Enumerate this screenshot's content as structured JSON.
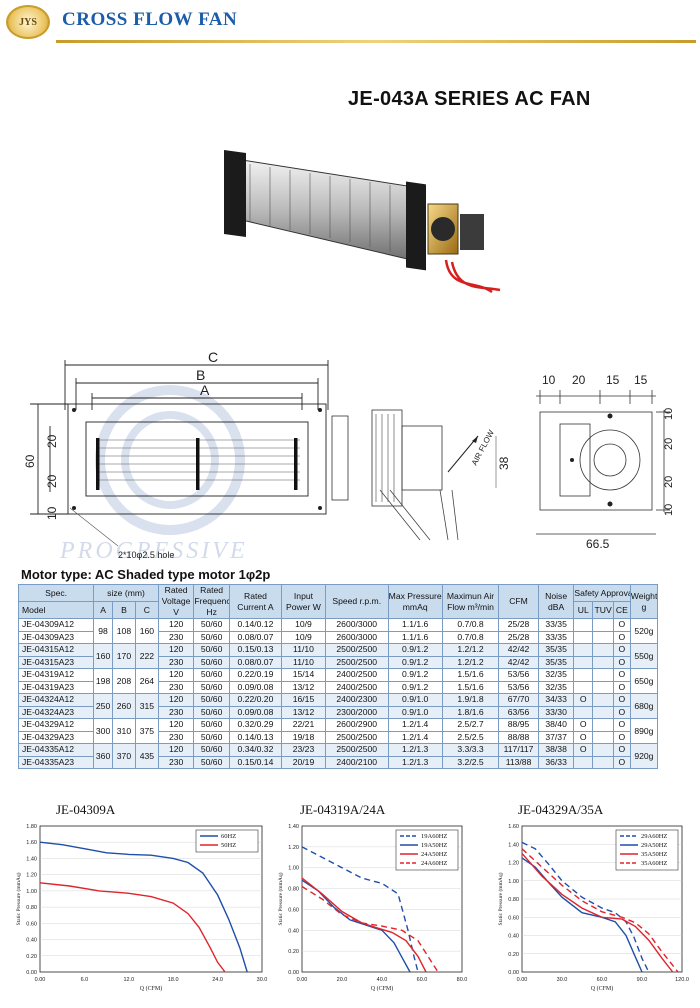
{
  "header": {
    "logo_text": "JYS",
    "title": "CROSS FLOW FAN"
  },
  "series_title": "JE-043A SERIES AC FAN",
  "drawing": {
    "labels": {
      "C": "C",
      "B": "B",
      "A": "A",
      "d60": "60",
      "d20a": "20",
      "d20b": "20",
      "d10": "10",
      "hole": "2*10φ2.5 hole",
      "airflow": "AIR FLOW",
      "d38": "38",
      "top10": "10",
      "top20": "20",
      "top15a": "15",
      "top15b": "15",
      "r10": "10",
      "r20a": "20",
      "r20b": "20",
      "r10b": "10",
      "d66": "66.5"
    },
    "watermark": "PROGRESSIVE"
  },
  "motor_type": "Motor type: AC Shaded type motor 1φ2p",
  "table": {
    "h_spec": "Spec.",
    "h_model": "Model",
    "h_size": "size (mm)",
    "h_a": "A",
    "h_b": "B",
    "h_c": "C",
    "h_volt": "Rated Voltage V",
    "h_freq": "Rated Frequency Hz",
    "h_curr": "Rated Current A",
    "h_power": "Input Power W",
    "h_speed": "Speed r.p.m.",
    "h_press": "Max Pressure mmAq",
    "h_air": "Maximun Air Flow m³/min",
    "h_cfm": "CFM",
    "h_noise": "Noise dBA",
    "h_safety": "Safety Approval",
    "h_ul": "UL",
    "h_tuv": "TUV",
    "h_ce": "CE",
    "h_weight": "Weight g",
    "groups": [
      {
        "a": "98",
        "b": "108",
        "c": "160",
        "weight": "520g",
        "rows": [
          {
            "model": "JE-04309A12",
            "v": "120",
            "hz": "50/60",
            "amp": "0.14/0.12",
            "w": "10/9",
            "rpm": "2600/3000",
            "mm": "1.1/1.6",
            "flow": "0.7/0.8",
            "cfm": "25/28",
            "db": "33/35",
            "ul": "",
            "tuv": "",
            "ce": "O"
          },
          {
            "model": "JE-04309A23",
            "v": "230",
            "hz": "50/60",
            "amp": "0.08/0.07",
            "w": "10/9",
            "rpm": "2600/3000",
            "mm": "1.1/1.6",
            "flow": "0.7/0.8",
            "cfm": "25/28",
            "db": "33/35",
            "ul": "",
            "tuv": "",
            "ce": "O"
          }
        ]
      },
      {
        "a": "160",
        "b": "170",
        "c": "222",
        "weight": "550g",
        "rows": [
          {
            "model": "JE-04315A12",
            "v": "120",
            "hz": "50/60",
            "amp": "0.15/0.13",
            "w": "11/10",
            "rpm": "2500/2500",
            "mm": "0.9/1.2",
            "flow": "1.2/1.2",
            "cfm": "42/42",
            "db": "35/35",
            "ul": "",
            "tuv": "",
            "ce": "O"
          },
          {
            "model": "JE-04315A23",
            "v": "230",
            "hz": "50/60",
            "amp": "0.08/0.07",
            "w": "11/10",
            "rpm": "2500/2500",
            "mm": "0.9/1.2",
            "flow": "1.2/1.2",
            "cfm": "42/42",
            "db": "35/35",
            "ul": "",
            "tuv": "",
            "ce": "O"
          }
        ]
      },
      {
        "a": "198",
        "b": "208",
        "c": "264",
        "weight": "650g",
        "rows": [
          {
            "model": "JE-04319A12",
            "v": "120",
            "hz": "50/60",
            "amp": "0.22/0.19",
            "w": "15/14",
            "rpm": "2400/2500",
            "mm": "0.9/1.2",
            "flow": "1.5/1.6",
            "cfm": "53/56",
            "db": "32/35",
            "ul": "",
            "tuv": "",
            "ce": "O"
          },
          {
            "model": "JE-04319A23",
            "v": "230",
            "hz": "50/60",
            "amp": "0.09/0.08",
            "w": "13/12",
            "rpm": "2400/2500",
            "mm": "0.9/1.2",
            "flow": "1.5/1.6",
            "cfm": "53/56",
            "db": "32/35",
            "ul": "",
            "tuv": "",
            "ce": "O"
          }
        ]
      },
      {
        "a": "250",
        "b": "260",
        "c": "315",
        "weight": "680g",
        "rows": [
          {
            "model": "JE-04324A12",
            "v": "120",
            "hz": "50/60",
            "amp": "0.22/0.20",
            "w": "16/15",
            "rpm": "2400/2300",
            "mm": "0.9/1.0",
            "flow": "1.9/1.8",
            "cfm": "67/70",
            "db": "34/33",
            "ul": "O",
            "tuv": "",
            "ce": "O"
          },
          {
            "model": "JE-04324A23",
            "v": "230",
            "hz": "50/60",
            "amp": "0.09/0.08",
            "w": "13/12",
            "rpm": "2300/2000",
            "mm": "0.9/1.0",
            "flow": "1.8/1.6",
            "cfm": "63/56",
            "db": "33/30",
            "ul": "",
            "tuv": "",
            "ce": "O"
          }
        ]
      },
      {
        "a": "300",
        "b": "310",
        "c": "375",
        "weight": "890g",
        "rows": [
          {
            "model": "JE-04329A12",
            "v": "120",
            "hz": "50/60",
            "amp": "0.32/0.29",
            "w": "22/21",
            "rpm": "2600/2900",
            "mm": "1.2/1.4",
            "flow": "2.5/2.7",
            "cfm": "88/95",
            "db": "38/40",
            "ul": "O",
            "tuv": "",
            "ce": "O"
          },
          {
            "model": "JE-04329A23",
            "v": "230",
            "hz": "50/60",
            "amp": "0.14/0.13",
            "w": "19/18",
            "rpm": "2500/2500",
            "mm": "1.2/1.4",
            "flow": "2.5/2.5",
            "cfm": "88/88",
            "db": "37/37",
            "ul": "O",
            "tuv": "",
            "ce": "O"
          }
        ]
      },
      {
        "a": "360",
        "b": "370",
        "c": "435",
        "weight": "920g",
        "rows": [
          {
            "model": "JE-04335A12",
            "v": "120",
            "hz": "50/60",
            "amp": "0.34/0.32",
            "w": "23/23",
            "rpm": "2500/2500",
            "mm": "1.2/1.3",
            "flow": "3.3/3.3",
            "cfm": "117/117",
            "db": "38/38",
            "ul": "O",
            "tuv": "",
            "ce": "O"
          },
          {
            "model": "JE-04335A23",
            "v": "230",
            "hz": "50/60",
            "amp": "0.15/0.14",
            "w": "20/19",
            "rpm": "2400/2100",
            "mm": "1.2/1.3",
            "flow": "3.2/2.5",
            "cfm": "113/88",
            "db": "36/33",
            "ul": "",
            "tuv": "",
            "ce": "O"
          }
        ]
      }
    ]
  },
  "chart_data": [
    {
      "type": "line",
      "title": "JE-04309A",
      "xlabel": "Q (CFM)",
      "ylabel": "Static Pressure (mmAq)",
      "xlim": [
        0,
        30
      ],
      "ylim": [
        0,
        1.8
      ],
      "xticks": [
        "0.00",
        "6.0",
        "12.0",
        "18.0",
        "24.0",
        "30.0"
      ],
      "yticks": [
        "0.00",
        "0.20",
        "0.40",
        "0.60",
        "0.80",
        "1.00",
        "1.20",
        "1.40",
        "1.60",
        "1.80"
      ],
      "legend": "top-right",
      "series": [
        {
          "name": "60HZ",
          "color": "#1f4fa8",
          "dash": "",
          "x": [
            0,
            3,
            6,
            9,
            12,
            15,
            18,
            20,
            22,
            24,
            25.5,
            27,
            28
          ],
          "y": [
            1.6,
            1.57,
            1.52,
            1.47,
            1.45,
            1.44,
            1.4,
            1.35,
            1.22,
            0.95,
            0.65,
            0.3,
            0
          ]
        },
        {
          "name": "50HZ",
          "color": "#e0242b",
          "dash": "",
          "x": [
            0,
            4,
            8,
            12,
            15,
            18,
            20,
            21.5,
            23,
            24,
            25
          ],
          "y": [
            1.1,
            1.06,
            1.0,
            0.97,
            0.93,
            0.85,
            0.72,
            0.55,
            0.3,
            0.12,
            0
          ]
        }
      ]
    },
    {
      "type": "line",
      "title": "JE-04319A/24A",
      "xlabel": "Q (CFM)",
      "ylabel": "Static Pressure (mmAq)",
      "xlim": [
        0,
        80
      ],
      "ylim": [
        0,
        1.4
      ],
      "xticks": [
        "0.00",
        "20.0",
        "40.0",
        "60.0",
        "80.0"
      ],
      "yticks": [
        "0.00",
        "0.20",
        "0.40",
        "0.60",
        "0.80",
        "1.00",
        "1.20",
        "1.40"
      ],
      "legend": "top-right",
      "series": [
        {
          "name": "19A60HZ",
          "color": "#1f4fa8",
          "dash": "6,4",
          "x": [
            0,
            10,
            20,
            30,
            40,
            48,
            53,
            56,
            58
          ],
          "y": [
            1.2,
            1.1,
            1.0,
            0.9,
            0.85,
            0.75,
            0.4,
            0.15,
            0
          ]
        },
        {
          "name": "19A50HZ",
          "color": "#1f4fa8",
          "dash": "",
          "x": [
            0,
            8,
            16,
            24,
            32,
            40,
            46,
            50,
            54
          ],
          "y": [
            0.88,
            0.78,
            0.62,
            0.5,
            0.45,
            0.4,
            0.28,
            0.14,
            0
          ]
        },
        {
          "name": "24A50HZ",
          "color": "#e0242b",
          "dash": "",
          "x": [
            0,
            10,
            20,
            30,
            38,
            45,
            52,
            58,
            62
          ],
          "y": [
            0.9,
            0.75,
            0.58,
            0.47,
            0.42,
            0.38,
            0.3,
            0.15,
            0
          ]
        },
        {
          "name": "24A60HZ",
          "color": "#e0242b",
          "dash": "6,4",
          "x": [
            0,
            10,
            20,
            30,
            40,
            50,
            58,
            64,
            68
          ],
          "y": [
            0.82,
            0.7,
            0.55,
            0.47,
            0.44,
            0.4,
            0.3,
            0.12,
            0
          ]
        }
      ]
    },
    {
      "type": "line",
      "title": "JE-04329A/35A",
      "xlabel": "Q (CFM)",
      "ylabel": "Static Pressure (mmAq)",
      "xlim": [
        0,
        120
      ],
      "ylim": [
        0,
        1.6
      ],
      "xticks": [
        "0.00",
        "30.0",
        "60.0",
        "90.0",
        "120.0"
      ],
      "yticks": [
        "0.00",
        "0.20",
        "0.40",
        "0.60",
        "0.80",
        "1.00",
        "1.20",
        "1.40",
        "1.60"
      ],
      "legend": "top-right",
      "series": [
        {
          "name": "29A60HZ",
          "color": "#1f4fa8",
          "dash": "6,4",
          "x": [
            0,
            10,
            20,
            30,
            45,
            60,
            70,
            78,
            84,
            90,
            95
          ],
          "y": [
            1.42,
            1.35,
            1.18,
            1.0,
            0.82,
            0.7,
            0.65,
            0.55,
            0.38,
            0.15,
            0
          ]
        },
        {
          "name": "29A50HZ",
          "color": "#1f4fa8",
          "dash": "",
          "x": [
            0,
            10,
            20,
            30,
            45,
            60,
            70,
            78,
            84,
            90
          ],
          "y": [
            1.25,
            1.15,
            0.98,
            0.82,
            0.65,
            0.6,
            0.55,
            0.4,
            0.2,
            0
          ]
        },
        {
          "name": "35A50HZ",
          "color": "#e0242b",
          "dash": "",
          "x": [
            0,
            15,
            30,
            45,
            60,
            75,
            85,
            95,
            105,
            113
          ],
          "y": [
            1.3,
            1.05,
            0.85,
            0.7,
            0.6,
            0.58,
            0.5,
            0.35,
            0.15,
            0
          ]
        },
        {
          "name": "35A60HZ",
          "color": "#e0242b",
          "dash": "6,4",
          "x": [
            0,
            15,
            30,
            45,
            60,
            75,
            85,
            95,
            105,
            117
          ],
          "y": [
            1.35,
            1.15,
            0.95,
            0.78,
            0.66,
            0.6,
            0.54,
            0.42,
            0.22,
            0
          ]
        }
      ]
    }
  ]
}
